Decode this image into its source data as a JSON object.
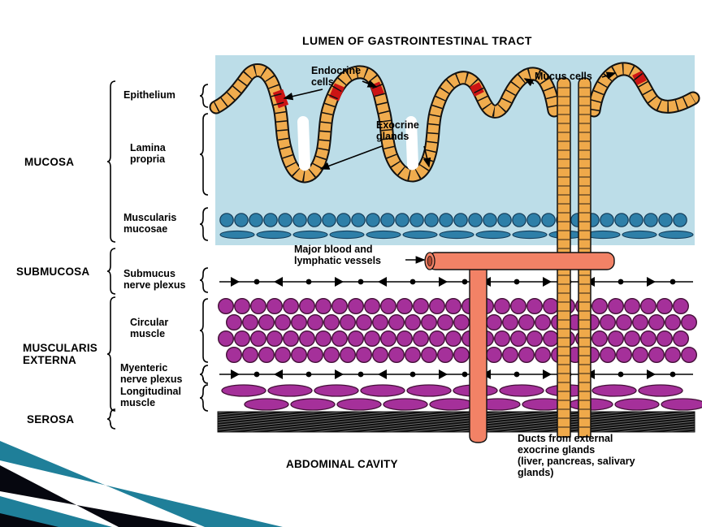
{
  "title": "LUMEN OF GASTROINTESTINAL TRACT",
  "layers": {
    "mucosa": "MUCOSA",
    "submucosa": "SUBMUCOSA",
    "muscularis_externa": "MUSCULARIS\nEXTERNA",
    "serosa": "SEROSA"
  },
  "sublayers": {
    "epithelium": "Epithelium",
    "lamina_propria": "Lamina\npropria",
    "muscularis_mucosae": "Muscularis\nmucosae",
    "submucus_nerve_plexus": "Submucus\nnerve plexus",
    "circular_muscle": "Circular\nmuscle",
    "myenteric_nerve_plexus": "Myenteric\nnerve plexus",
    "longitudinal_muscle": "Longitudinal\nmuscle"
  },
  "annotations": {
    "endocrine_cells": "Endocrine\ncells",
    "exocrine_glands": "Exocrine\nglands",
    "mucus_cells": "Mucus cells",
    "major_vessels": "Major blood and\nlymphatic vessels",
    "ducts": "Ducts from external\nexocrine glands\n(liver, pancreas, salivary\nglands)",
    "abdominal_cavity": "ABDOMINAL CAVITY"
  },
  "colors": {
    "mucosa_bg": "#BCDDE8",
    "epithelium": "#F0AC4E",
    "endocrine_cell": "#CC1414",
    "duct": "#EFA94A",
    "muscularis_mucosae_cell": "#2E7FA8",
    "muscularis_mucosae_outline": "#123A57",
    "muscle_cell": "#A5309A",
    "muscle_cell_outline": "#441038",
    "vessel": "#F28266",
    "vessel_lumen": "#B44A33",
    "serosa_gray": "#6B6B6B",
    "outline": "#111111",
    "decoration_teal": "#1F7F99",
    "decoration_black": "#06070F"
  }
}
